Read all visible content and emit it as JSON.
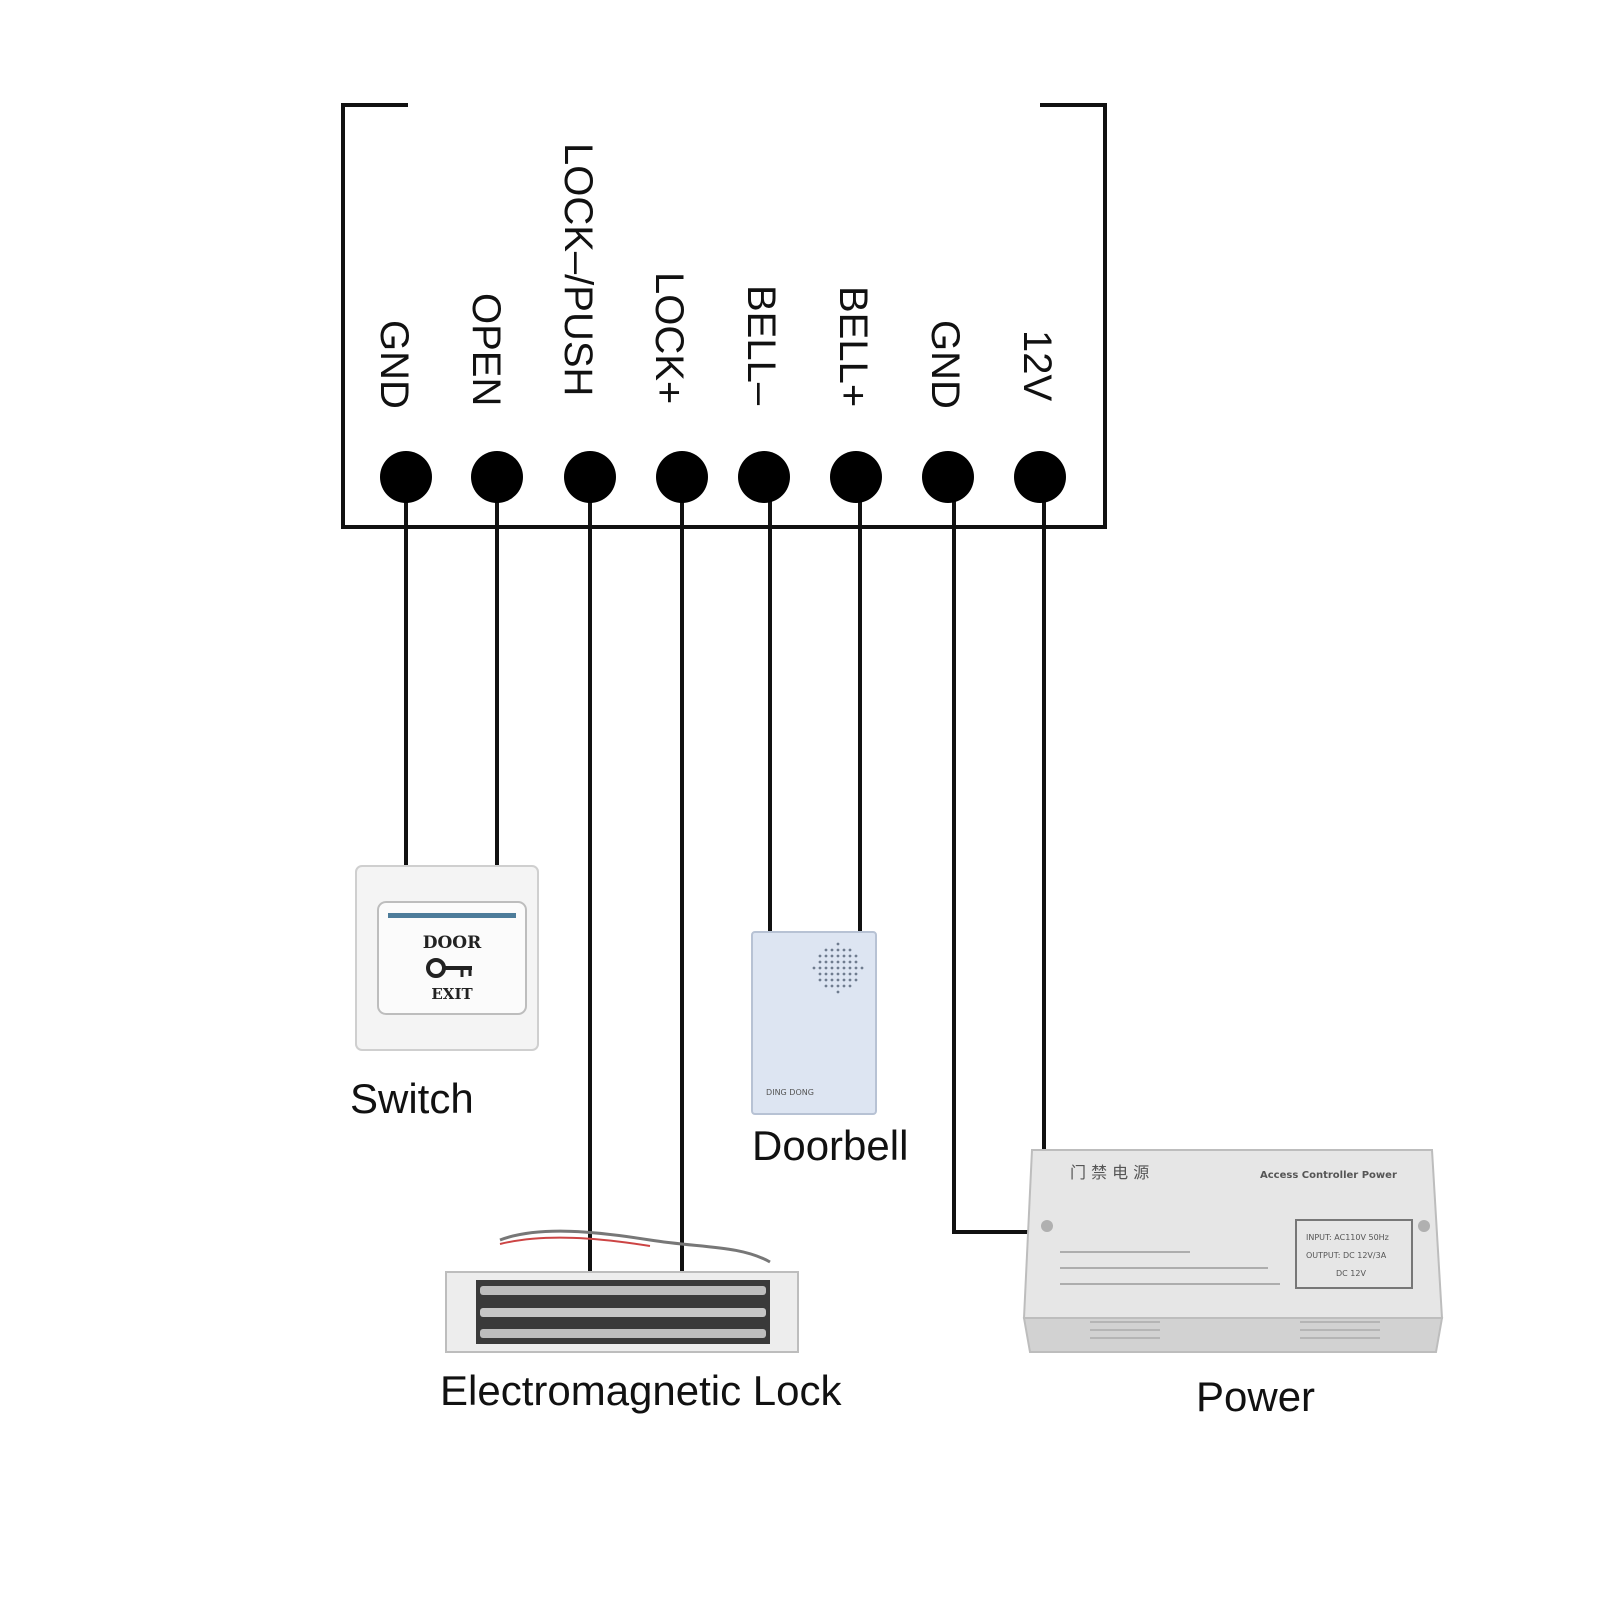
{
  "terminals": [
    "GND",
    "OPEN",
    "LOCK–/PUSH",
    "LOCK+",
    "BELL–",
    "BELL+",
    "GND",
    "12V"
  ],
  "devices": {
    "switch": {
      "label": "Switch",
      "plate_top": "DOOR",
      "plate_bottom": "EXIT"
    },
    "doorbell": {
      "label": "Doorbell",
      "badge": "DING DONG"
    },
    "lock": {
      "label": "Electromagnetic Lock"
    },
    "power": {
      "label": "Power",
      "title_cn": "门 禁 电 源",
      "title_en": "Access Controller Power",
      "spec_1": "INPUT: AC110V 50Hz",
      "spec_2": "OUTPUT: DC 12V/3A",
      "spec_3": "DC 12V"
    }
  },
  "colors": {
    "line": "#111111",
    "terminal": "#000000",
    "plate": "#f2f2f2",
    "doorbell_body": "#dfe6f1",
    "power_body": "#e3e3e3"
  }
}
